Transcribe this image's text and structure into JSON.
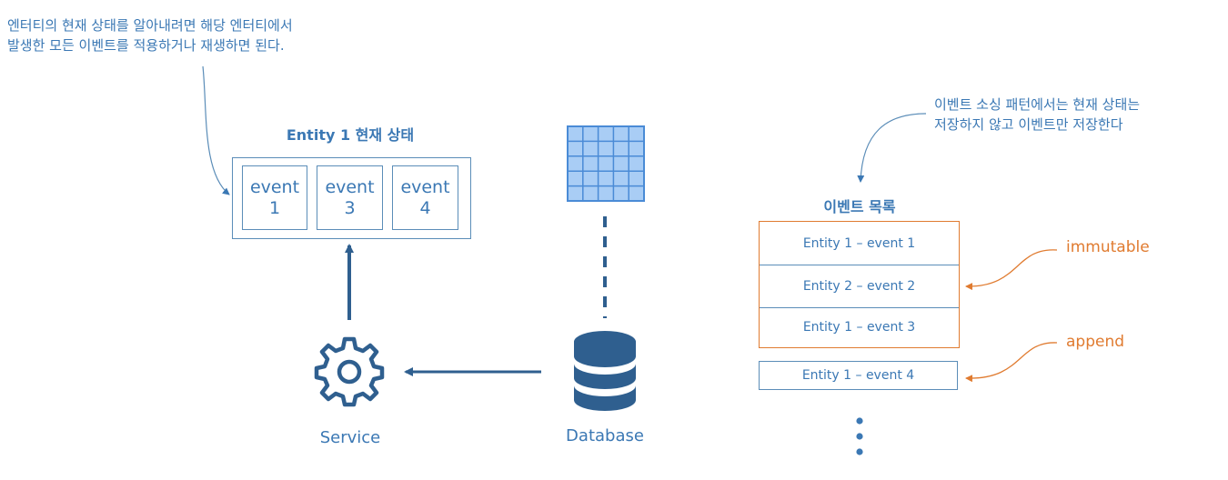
{
  "notes": {
    "left_line1": "엔터티의 현재 상태를 알아내려면 해당 엔터티에서",
    "left_line2": "발생한 모든 이벤트를 적용하거나 재생하면 된다.",
    "right_line1": "이벤트 소싱 패턴에서는 현재 상태는",
    "right_line2": "저장하지 않고 이벤트만 저장한다"
  },
  "entity_state": {
    "title": "Entity 1 현재 상태",
    "events": [
      {
        "top": "event",
        "bottom": "1"
      },
      {
        "top": "event",
        "bottom": "3"
      },
      {
        "top": "event",
        "bottom": "4"
      }
    ]
  },
  "service": {
    "label": "Service",
    "icon": "gear-icon"
  },
  "database": {
    "label": "Database",
    "icon": "database-icon",
    "table_icon": "grid-table-icon"
  },
  "event_list": {
    "title": "이벤트 목록",
    "stored": [
      "Entity 1 – event 1",
      "Entity 2 – event 2",
      "Entity 1 – event 3"
    ],
    "appended": "Entity 1 – event 4"
  },
  "annotations": {
    "immutable": "immutable",
    "append": "append"
  },
  "colors": {
    "blue": "#3b78b4",
    "dark_blue": "#2f5f8f",
    "orange": "#e07b30",
    "grid_fill": "#a9cdf5",
    "grid_stroke": "#4a8bd6"
  }
}
